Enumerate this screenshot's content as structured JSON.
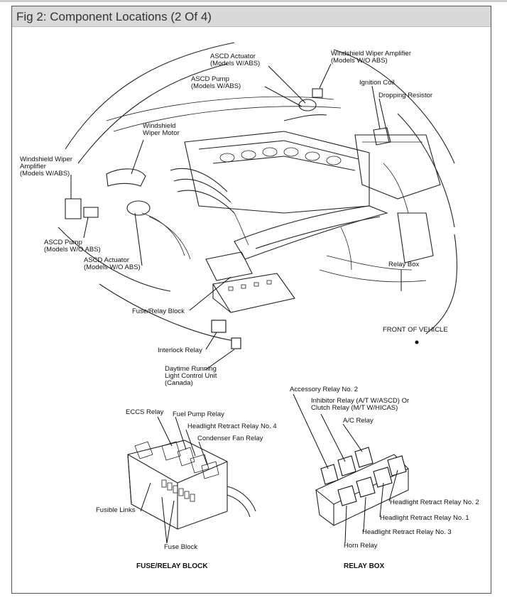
{
  "title": "Fig 2: Component Locations (2 Of 4)",
  "labels": {
    "ascd_actuator_abs": [
      "ASCD Actuator",
      "(Models W/ABS)"
    ],
    "ascd_pump_abs": [
      "ASCD Pump",
      "(Models W/ABS)"
    ],
    "ws_wiper_amp_woabs": [
      "Windshield Wiper Amplifier",
      "(Models W/O ABS)"
    ],
    "ignition_coil": "Ignition Coil",
    "dropping_resistor": "Dropping Resistor",
    "ws_wiper_motor": [
      "Windshield",
      "Wiper Motor"
    ],
    "ws_wiper_amp_abs": [
      "Windshield Wiper",
      "Amplifier",
      "(Models W/ABS)"
    ],
    "ascd_pump_woabs": [
      "ASCD Pump",
      "(Models W/O ABS)"
    ],
    "ascd_actuator_woabs": [
      "ASCD Actuator",
      "(Models W/O ABS)"
    ],
    "relay_box": "Relay Box",
    "fuse_relay_block": "Fuse/Relay Block",
    "front_of_vehicle": "FRONT OF VEHICLE",
    "interlock_relay": "Interlock Relay",
    "drl_control": [
      "Daytime Running",
      "Light Control Unit",
      "(Canada)"
    ],
    "eccs_relay": "ECCS Relay",
    "fuel_pump_relay": "Fuel Pump Relay",
    "headlight_retract_4": "Headlight Retract Relay No. 4",
    "condenser_fan_relay": "Condenser Fan Relay",
    "fusible_links": "Fusible Links",
    "fuse_block": "Fuse Block",
    "accessory_relay_2": "Accessory Relay No. 2",
    "inhibitor_relay": [
      "Inhibitor Relay (A/T W/ASCD) Or",
      "Clutch Relay (M/T W/HICAS)"
    ],
    "ac_relay": "A/C Relay",
    "headlight_retract_2": "Headlight Retract Relay No. 2",
    "headlight_retract_1": "Headlight Retract Relay No. 1",
    "headlight_retract_3": "Headlight Retract Relay No. 3",
    "horn_relay": "Horn Relay"
  },
  "captions": {
    "fuse_relay_block": "FUSE/RELAY BLOCK",
    "relay_box": "RELAY BOX"
  }
}
